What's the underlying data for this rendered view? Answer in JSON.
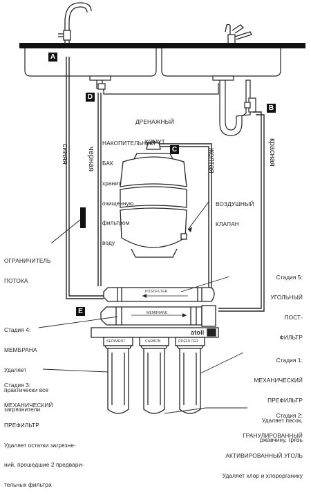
{
  "labels": {
    "drain_clamp": [
      "ДРЕНАЖНЫЙ",
      "ХОМУТ"
    ],
    "tank": [
      "НАКОПИТЕЛЬНЫЙ",
      "БАК"
    ],
    "tank_desc": [
      "хранит",
      "очищенную",
      "фильтром",
      "воду"
    ],
    "air_valve": [
      "ВОЗДУШНЫЙ",
      "КЛАПАН"
    ],
    "flow_restrictor": [
      "ОГРАНИЧИТЕЛЬ",
      "ПОТОКА"
    ],
    "stage5_num": "Стадия 5:",
    "stage5_name": [
      "УГОЛЬНЫЙ",
      "ПОСТ-",
      "ФИЛЬТР"
    ],
    "stage4_num": "Стадия 4:",
    "stage4_name": "МЕМБРАНА",
    "stage4_desc": [
      "Удаляет",
      "практически все",
      "загрязнители"
    ],
    "stage3_num": "Стадия 3:",
    "stage3_name": [
      "МЕХАНИЧЕСКИЙ",
      "ПРЕФИЛЬТР"
    ],
    "stage3_desc": [
      "Удаляет остатки загрязне-",
      "ний, прошедшие 2 предвари-",
      "тельных фильтра"
    ],
    "stage1_num": "Стадия 1:",
    "stage1_name": [
      "МЕХАНИЧЕСКИЙ",
      "ПРЕФИЛЬТР"
    ],
    "stage1_desc": [
      "Удаляет песок,",
      "ржавчину, грязь"
    ],
    "stage2_num": "Стадия 2:",
    "stage2_name": [
      "ГРАНУЛИРОВАННЫЙ",
      "АКТИВИРОВАННЫЙ УГОЛЬ"
    ],
    "stage2_desc": "Удаляет хлор и хлорорганику"
  },
  "tubes": {
    "blue": "синяя",
    "black": "черная",
    "yellow": "желтая",
    "red": "красная"
  },
  "markers": {
    "a": "A",
    "b": "B",
    "c": "C",
    "d": "D",
    "e": "E"
  },
  "housing_labels": {
    "postfilter": "POSTFILTER",
    "membrane": "MEMBRANE",
    "sediment": "SEDIMENT",
    "carbon": "CARBON",
    "prefilter": "PREFILTER",
    "brand": "atoll"
  }
}
